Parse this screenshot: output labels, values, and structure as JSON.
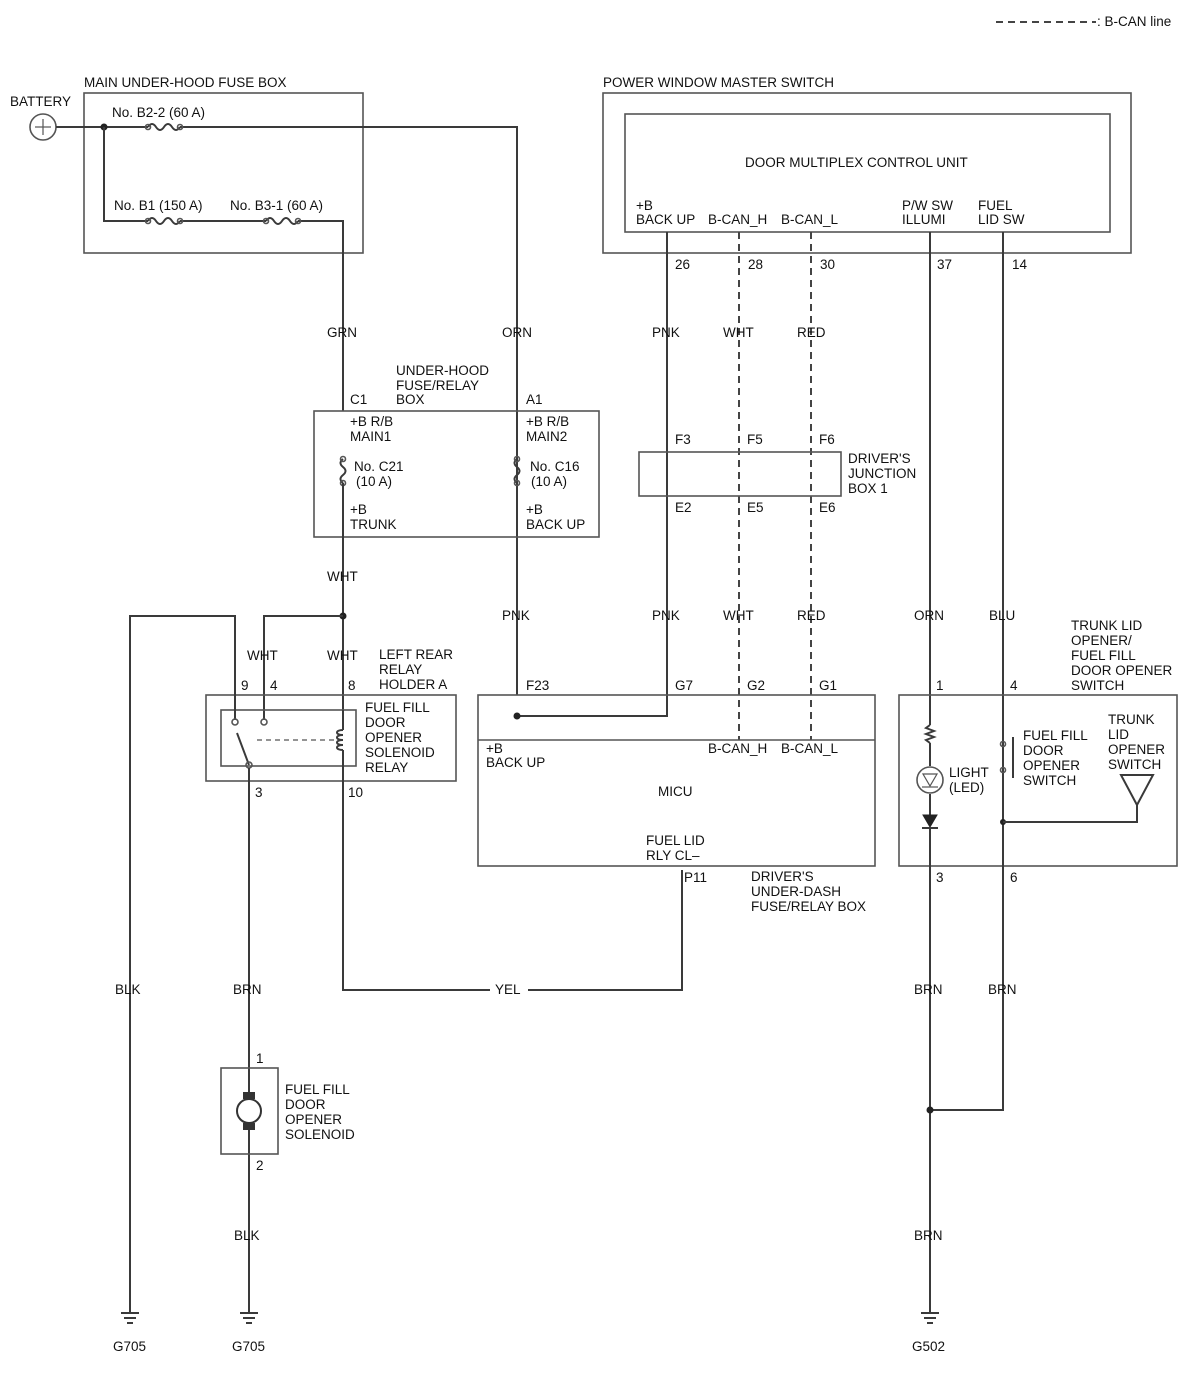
{
  "legend": {
    "text": ": B-CAN line"
  },
  "battery": {
    "label": "BATTERY"
  },
  "main_fuse_box": {
    "title": "MAIN UNDER-HOOD FUSE BOX",
    "fuse_b22": "No. B2-2 (60 A)",
    "fuse_b1": "No. B1 (150 A)",
    "fuse_b31": "No. B3-1 (60 A)"
  },
  "pwms": {
    "title": "POWER WINDOW MASTER SWITCH",
    "unit": "DOOR MULTIPLEX CONTROL UNIT",
    "pins": [
      {
        "l1": "+B",
        "l2": "BACK UP",
        "num": "26"
      },
      {
        "l1": "",
        "l2": "B-CAN_H",
        "num": "28"
      },
      {
        "l1": "",
        "l2": "B-CAN_L",
        "num": "30"
      },
      {
        "l1": "P/W SW",
        "l2": "ILLUMI",
        "num": "37"
      },
      {
        "l1": "FUEL",
        "l2": "LID SW",
        "num": "14"
      }
    ]
  },
  "wires": {
    "grn": "GRN",
    "orn": "ORN",
    "pnk": "PNK",
    "wht": "WHT",
    "red": "RED",
    "pnk2": "PNK",
    "pnk3": "PNK",
    "wht2": "WHT",
    "red2": "RED",
    "orn2": "ORN",
    "blu": "BLU",
    "wht3": "WHT",
    "wht4": "WHT",
    "wht5": "WHT",
    "blk": "BLK",
    "brn": "BRN",
    "yel": "YEL",
    "brn2": "BRN",
    "brn3": "BRN",
    "blk2": "BLK",
    "brn4": "BRN"
  },
  "uh_box": {
    "title1": "UNDER-HOOD",
    "title2": "FUSE/RELAY",
    "title3": "BOX",
    "c1": "C1",
    "a1": "A1",
    "c1_l1": "+B R/B",
    "c1_l2": "MAIN1",
    "a1_l1": "+B R/B",
    "a1_l2": "MAIN2",
    "fuse_c21_l1": "No. C21",
    "fuse_c21_l2": "(10 A)",
    "fuse_c16_l1": "No. C16",
    "fuse_c16_l2": "(10 A)",
    "out1_l1": "+B",
    "out1_l2": "TRUNK",
    "out2_l1": "+B",
    "out2_l2": "BACK UP"
  },
  "djb": {
    "title1": "DRIVER'S",
    "title2": "JUNCTION",
    "title3": "BOX 1",
    "f3": "F3",
    "f5": "F5",
    "f6": "F6",
    "e2": "E2",
    "e5": "E5",
    "e6": "E6"
  },
  "relay": {
    "holder1": "LEFT REAR",
    "holder2": "RELAY",
    "holder3": "HOLDER A",
    "name1": "FUEL FILL",
    "name2": "DOOR",
    "name3": "OPENER",
    "name4": "SOLENOID",
    "name5": "RELAY",
    "pin9": "9",
    "pin4": "4",
    "pin8": "8",
    "pin3": "3",
    "pin10": "10"
  },
  "micu": {
    "name": "MICU",
    "f23": "F23",
    "g7": "G7",
    "g2": "G2",
    "g1": "G1",
    "p11": "P11",
    "backup_l1": "+B",
    "backup_l2": "BACK UP",
    "canh": "B-CAN_H",
    "canl": "B-CAN_L",
    "rly_l1": "FUEL LID",
    "rly_l2": "RLY CL–",
    "box1": "DRIVER'S",
    "box2": "UNDER-DASH",
    "box3": "FUSE/RELAY BOX"
  },
  "trunk_sw": {
    "t1": "TRUNK LID",
    "t2": "OPENER/",
    "t3": "FUEL FILL",
    "t4": "DOOR OPENER",
    "t5": "SWITCH",
    "pin1": "1",
    "pin4": "4",
    "pin3": "3",
    "pin6": "6",
    "light1": "LIGHT",
    "light2": "(LED)",
    "ff1": "FUEL FILL",
    "ff2": "DOOR",
    "ff3": "OPENER",
    "ff4": "SWITCH",
    "tl1": "TRUNK",
    "tl2": "LID",
    "tl3": "OPENER",
    "tl4": "SWITCH"
  },
  "solenoid": {
    "n1": "FUEL FILL",
    "n2": "DOOR",
    "n3": "OPENER",
    "n4": "SOLENOID",
    "pin1": "1",
    "pin2": "2"
  },
  "grounds": {
    "g705a": "G705",
    "g705b": "G705",
    "g502": "G502"
  }
}
